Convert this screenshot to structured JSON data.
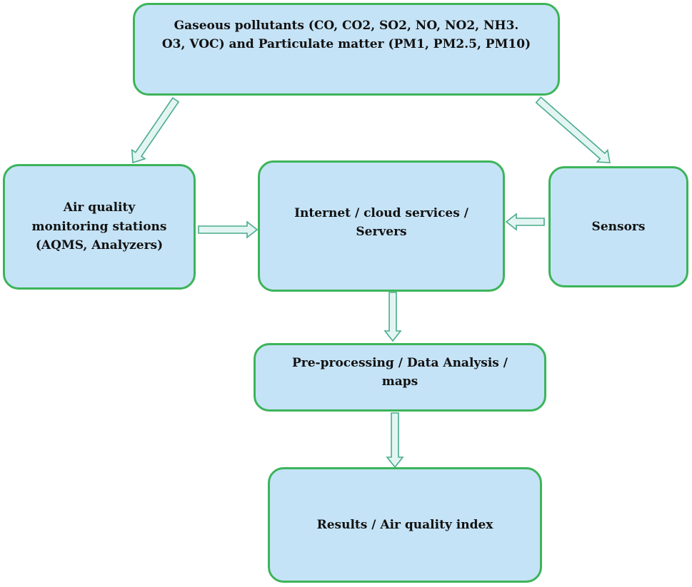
{
  "diagram": {
    "nodes": {
      "pollutants": "Gaseous pollutants (CO, CO2, SO2, NO, NO2, NH3.\nO3, VOC) and Particulate matter (PM1, PM2.5, PM10)",
      "aqms": "Air quality\nmonitoring stations\n(AQMS, Analyzers)",
      "internet": "Internet / cloud services /\nServers",
      "sensors": "Sensors",
      "preprocessing": "Pre-processing / Data Analysis /\nmaps",
      "results": "Results / Air quality index"
    },
    "edges": [
      {
        "from": "pollutants",
        "to": "aqms"
      },
      {
        "from": "pollutants",
        "to": "sensors"
      },
      {
        "from": "aqms",
        "to": "internet"
      },
      {
        "from": "sensors",
        "to": "internet"
      },
      {
        "from": "internet",
        "to": "preprocessing"
      },
      {
        "from": "preprocessing",
        "to": "results"
      }
    ],
    "colors": {
      "box_fill": "#c5e3f6",
      "box_border": "#3cb45a",
      "arrow_fill": "#e2f5f3",
      "arrow_stroke": "#4bab8c"
    }
  }
}
